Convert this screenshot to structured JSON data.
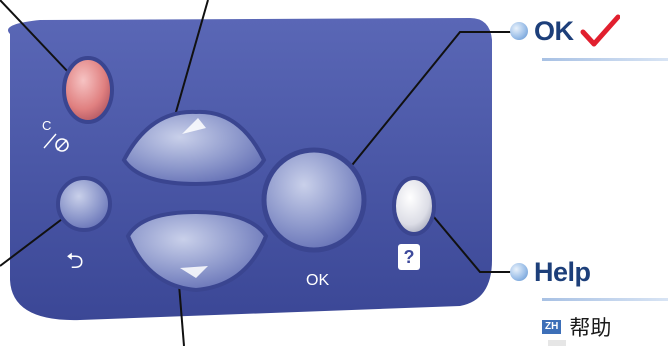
{
  "callouts": {
    "ok": {
      "label": "OK"
    },
    "help": {
      "label": "Help"
    }
  },
  "panel": {
    "ok_button_label": "OK",
    "help_key_label": "?",
    "clear_stop_label": "C",
    "back_label": "⮌"
  },
  "translation": {
    "code": "ZH",
    "text": "帮助"
  },
  "colors": {
    "panel": "#4c5aa8",
    "heading": "#1d3f7a",
    "check": "#e11f2e"
  }
}
